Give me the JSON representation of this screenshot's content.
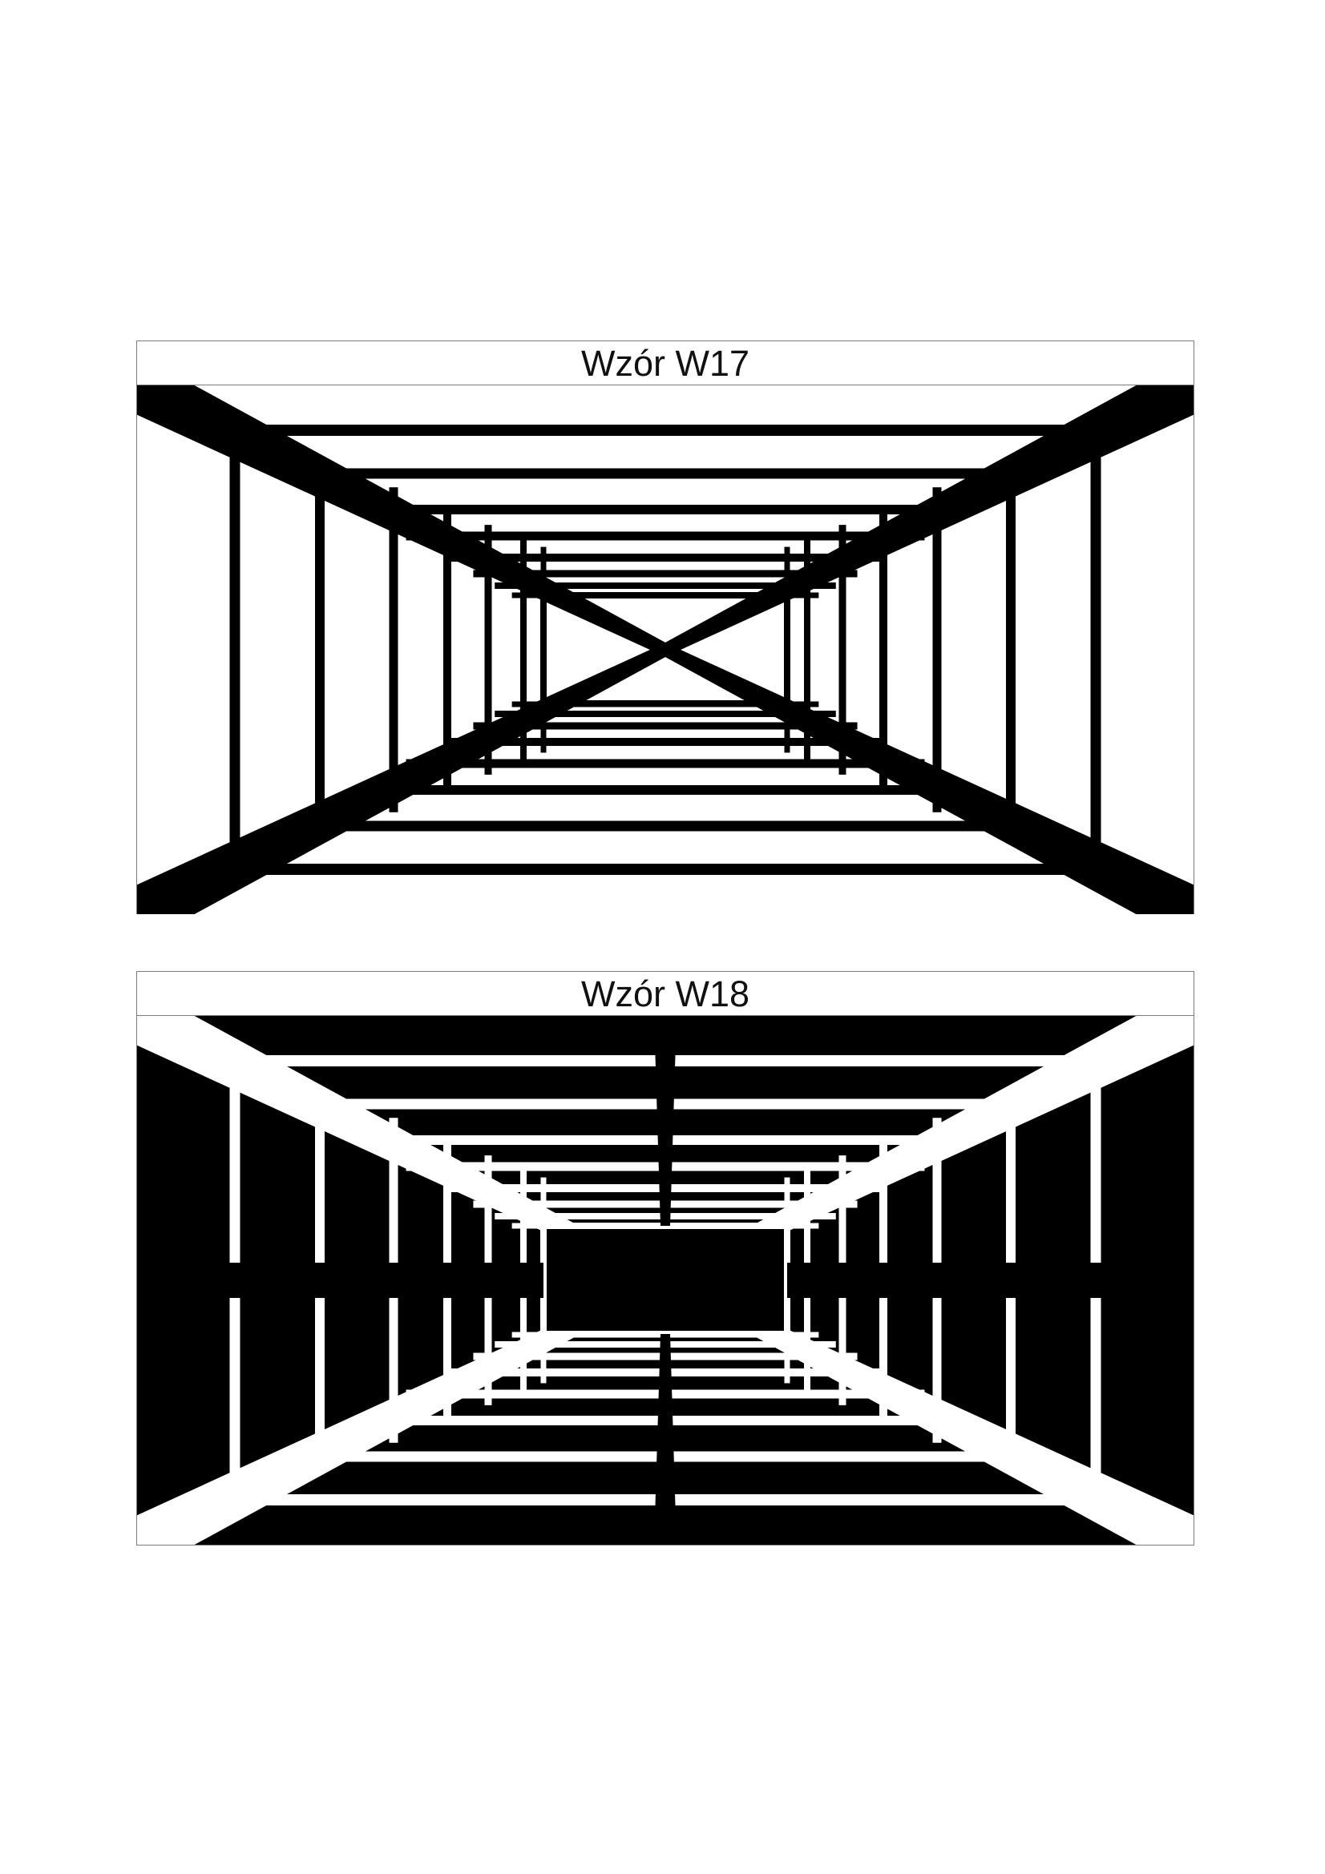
{
  "patterns": [
    {
      "title": "Wzór W17",
      "style": "black-on-white",
      "ink_color": "#000000",
      "paper_color": "#ffffff"
    },
    {
      "title": "Wzór W18",
      "style": "white-on-black",
      "ink_color": "#000000",
      "paper_color": "#ffffff"
    }
  ]
}
